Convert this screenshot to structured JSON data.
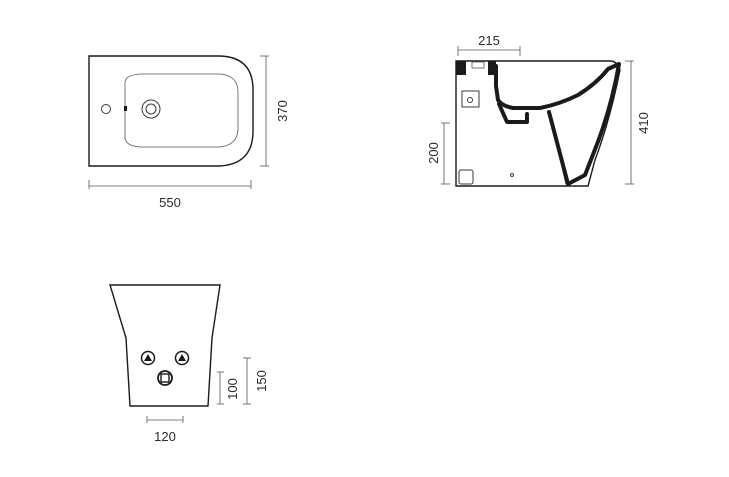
{
  "top_view": {
    "width_label": "550",
    "depth_label": "370"
  },
  "side_view": {
    "top_offset_label": "215",
    "inlet_height_label": "200",
    "total_height_label": "410"
  },
  "back_view": {
    "width_label": "120",
    "inner_height_label": "100",
    "outer_height_label": "150"
  }
}
